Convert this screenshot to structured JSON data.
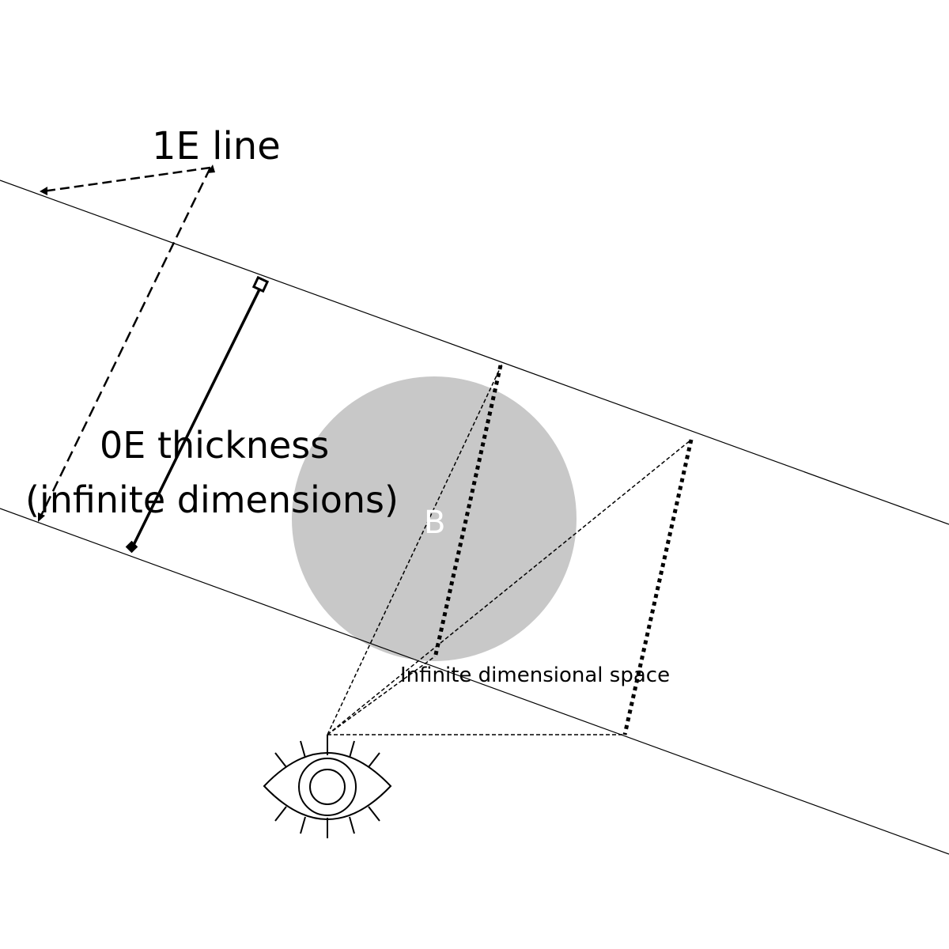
{
  "labels": {
    "line_label": "1E line",
    "thickness_line1": "0E thickness",
    "thickness_line2": "(infinite dimensions)",
    "circle_label": "B",
    "space_label": "Infinite dimensional space"
  },
  "colors": {
    "background": "#ffffff",
    "circle_fill": "#c8c8c8",
    "stroke": "#000000",
    "circle_text": "#ffffff"
  },
  "icons": {
    "observer": "eye-icon"
  }
}
